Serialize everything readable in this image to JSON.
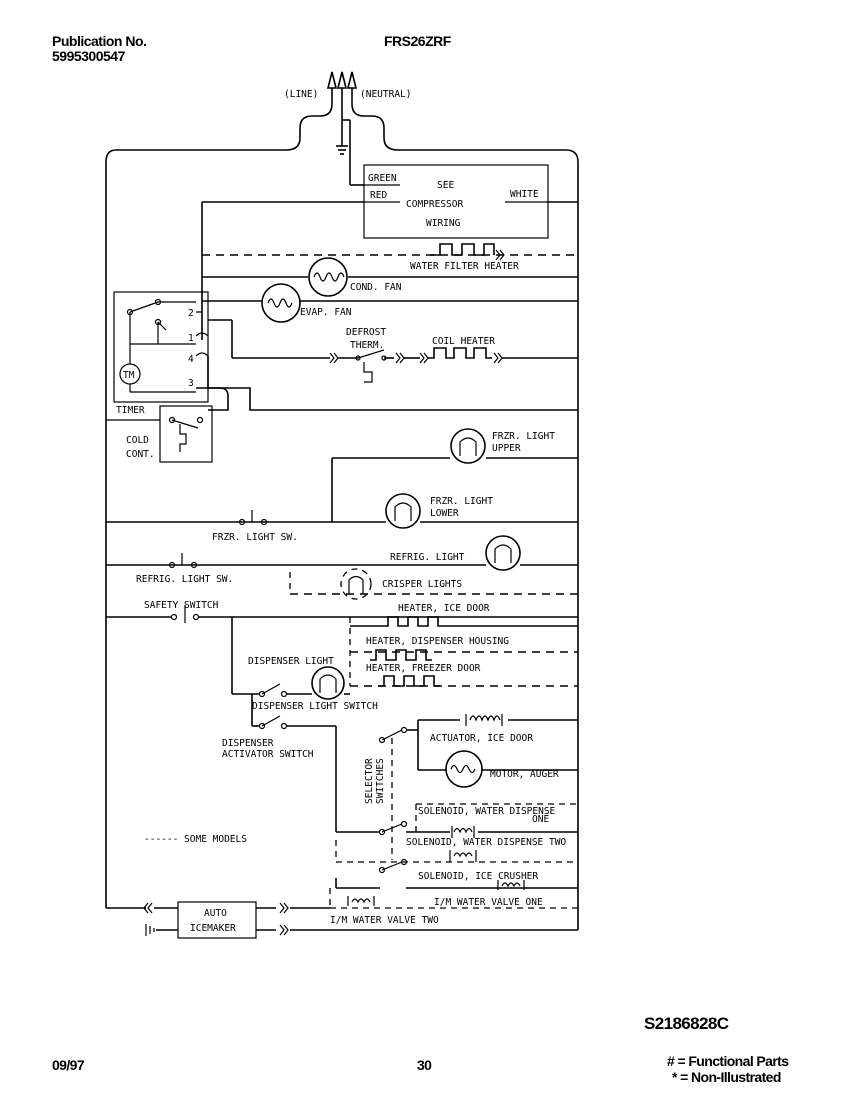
{
  "header": {
    "publication_label": "Publication No.",
    "publication_number": "5995300547",
    "model": "FRS26ZRF"
  },
  "diagram": {
    "labels": {
      "line": "(LINE)",
      "neutral": "(NEUTRAL)",
      "green": "GREEN",
      "red": "RED",
      "see": "SEE",
      "compressor": "COMPRESSOR",
      "wiring": "WIRING",
      "white": "WHITE",
      "water_filter_heater": "WATER FILTER HEATER",
      "cond_fan": "COND. FAN",
      "evap_fan": "EVAP. FAN",
      "defrost": "DEFROST",
      "therm": "THERM.",
      "coil_heater": "COIL HEATER",
      "t2": "2",
      "t1": "1",
      "t4": "4",
      "t3": "3",
      "tm": "TM",
      "timer": "TIMER",
      "cold": "COLD",
      "cont": "CONT.",
      "frzr_light_upper_1": "FRZR. LIGHT",
      "frzr_light_upper_2": "UPPER",
      "frzr_light_lower_1": "FRZR. LIGHT",
      "frzr_light_lower_2": "LOWER",
      "frzr_light_sw": "FRZR. LIGHT SW.",
      "refrig_light": "REFRIG. LIGHT",
      "refrig_light_sw": "REFRIG. LIGHT SW.",
      "crisper_lights": "CRISPER LIGHTS",
      "safety_switch": "SAFETY SWITCH",
      "heater_ice_door": "HEATER, ICE DOOR",
      "heater_dispenser_housing": "HEATER, DISPENSER HOUSING",
      "heater_freezer_door": "HEATER, FREEZER DOOR",
      "dispenser_light": "DISPENSER LIGHT",
      "dispenser_light_switch": "DISPENSER LIGHT SWITCH",
      "dispenser": "DISPENSER",
      "activator_switch": "ACTIVATOR SWITCH",
      "selector_switches_1": "SELECTOR",
      "selector_switches_2": "SWITCHES",
      "actuator_ice_door": "ACTUATOR, ICE DOOR",
      "motor_auger": "MOTOR, AUGER",
      "solenoid_water_dispense": "SOLENOID, WATER DISPENSE",
      "one": "ONE",
      "solenoid_water_dispense_two": "SOLENOID, WATER DISPENSE TWO",
      "solenoid_ice_crusher": "SOLENOID, ICE CRUSHER",
      "im_water_valve_one": "I/M WATER VALVE ONE",
      "im_water_valve_two": "I/M WATER VALVE TWO",
      "auto": "AUTO",
      "icemaker": "ICEMAKER",
      "some_models": "------ SOME MODELS"
    }
  },
  "footer": {
    "drawing_number": "S2186828C",
    "date": "09/97",
    "page": "30",
    "functional_parts": "# = Functional Parts",
    "non_illustrated": "* = Non-Illustrated"
  }
}
